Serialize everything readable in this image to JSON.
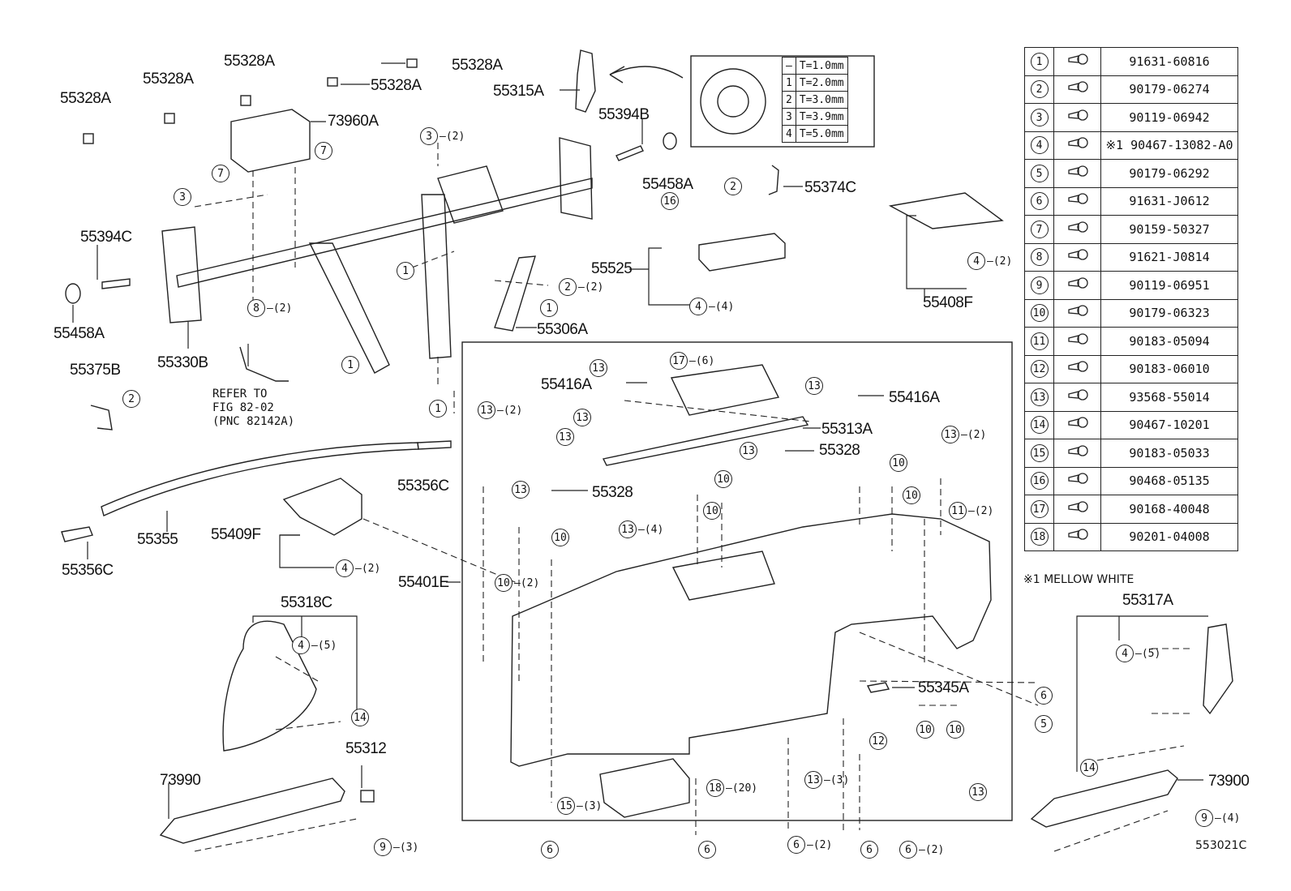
{
  "labels": {
    "p55328A_1": "55328A",
    "p55328A_2": "55328A",
    "p55328A_3": "55328A",
    "p55328A_4": "55328A",
    "p55328A_5": "55328A",
    "p55315A": "55315A",
    "p73960A": "73960A",
    "p55394B": "55394B",
    "p55458A_top": "55458A",
    "p55374C": "55374C",
    "p55394C": "55394C",
    "p55458A_left": "55458A",
    "p55330B": "55330B",
    "p55306A": "55306A",
    "p55525": "55525",
    "p55408F": "55408F",
    "p55375B": "55375B",
    "p55416A_1": "55416A",
    "p55416A_2": "55416A",
    "p55313A": "55313A",
    "p55328_1": "55328",
    "p55328_2": "55328",
    "p55356C_1": "55356C",
    "p55356C_2": "55356C",
    "p55355": "55355",
    "p55409F": "55409F",
    "p55401E": "55401E",
    "p55318C": "55318C",
    "p55317A": "55317A",
    "p55345A": "55345A",
    "p55312": "55312",
    "p73990": "73990",
    "p73900": "73900"
  },
  "refer_note": "REFER TO\nFIG 82-02\n(PNC 82142A)",
  "figure_code": "553021C",
  "thickness_table": [
    {
      "key": "—",
      "value": "T=1.0mm"
    },
    {
      "key": "1",
      "value": "T=2.0mm"
    },
    {
      "key": "2",
      "value": "T=3.0mm"
    },
    {
      "key": "3",
      "value": "T=3.9mm"
    },
    {
      "key": "4",
      "value": "T=5.0mm"
    }
  ],
  "parts_table": [
    {
      "n": "1",
      "part": "91631-60816"
    },
    {
      "n": "2",
      "part": "90179-06274"
    },
    {
      "n": "3",
      "part": "90119-06942"
    },
    {
      "n": "4",
      "part": "※1 90467-13082-A0"
    },
    {
      "n": "5",
      "part": "90179-06292"
    },
    {
      "n": "6",
      "part": "91631-J0612"
    },
    {
      "n": "7",
      "part": "90159-50327"
    },
    {
      "n": "8",
      "part": "91621-J0814"
    },
    {
      "n": "9",
      "part": "90119-06951"
    },
    {
      "n": "10",
      "part": "90179-06323"
    },
    {
      "n": "11",
      "part": "90183-05094"
    },
    {
      "n": "12",
      "part": "90183-06010"
    },
    {
      "n": "13",
      "part": "93568-55014"
    },
    {
      "n": "14",
      "part": "90467-10201"
    },
    {
      "n": "15",
      "part": "90183-05033"
    },
    {
      "n": "16",
      "part": "90468-05135"
    },
    {
      "n": "17",
      "part": "90168-40048"
    },
    {
      "n": "18",
      "part": "90201-04008"
    }
  ],
  "table_note": "※1 MELLOW WHITE",
  "callouts": [
    {
      "n": "3",
      "q": "(2)"
    },
    {
      "n": "7",
      "q": ""
    },
    {
      "n": "7",
      "q": ""
    },
    {
      "n": "3",
      "q": ""
    },
    {
      "n": "8",
      "q": "(2)"
    },
    {
      "n": "1",
      "q": ""
    },
    {
      "n": "1",
      "q": ""
    },
    {
      "n": "1",
      "q": ""
    },
    {
      "n": "1",
      "q": ""
    },
    {
      "n": "2",
      "q": "(2)"
    },
    {
      "n": "2",
      "q": ""
    },
    {
      "n": "2",
      "q": ""
    },
    {
      "n": "16",
      "q": ""
    },
    {
      "n": "4",
      "q": "(4)"
    },
    {
      "n": "4",
      "q": "(2)"
    },
    {
      "n": "13",
      "q": ""
    },
    {
      "n": "17",
      "q": "(6)"
    },
    {
      "n": "13",
      "q": ""
    },
    {
      "n": "13",
      "q": "(2)"
    },
    {
      "n": "13",
      "q": ""
    },
    {
      "n": "13",
      "q": ""
    },
    {
      "n": "13",
      "q": ""
    },
    {
      "n": "13",
      "q": "(2)"
    },
    {
      "n": "13",
      "q": ""
    },
    {
      "n": "10",
      "q": ""
    },
    {
      "n": "10",
      "q": ""
    },
    {
      "n": "10",
      "q": ""
    },
    {
      "n": "10",
      "q": ""
    },
    {
      "n": "10",
      "q": ""
    },
    {
      "n": "11",
      "q": "(2)"
    },
    {
      "n": "13",
      "q": "(4)"
    },
    {
      "n": "10",
      "q": "(2)"
    },
    {
      "n": "4",
      "q": "(2)"
    },
    {
      "n": "4",
      "q": "(5)"
    },
    {
      "n": "14",
      "q": ""
    },
    {
      "n": "4",
      "q": "(5)"
    },
    {
      "n": "14",
      "q": ""
    },
    {
      "n": "6",
      "q": ""
    },
    {
      "n": "5",
      "q": ""
    },
    {
      "n": "10",
      "q": ""
    },
    {
      "n": "10",
      "q": ""
    },
    {
      "n": "12",
      "q": ""
    },
    {
      "n": "13",
      "q": "(3)"
    },
    {
      "n": "13",
      "q": ""
    },
    {
      "n": "18",
      "q": "(20)"
    },
    {
      "n": "15",
      "q": "(3)"
    },
    {
      "n": "6",
      "q": ""
    },
    {
      "n": "6",
      "q": ""
    },
    {
      "n": "6",
      "q": "(2)"
    },
    {
      "n": "6",
      "q": ""
    },
    {
      "n": "6",
      "q": "(2)"
    },
    {
      "n": "9",
      "q": "(3)"
    },
    {
      "n": "9",
      "q": "(4)"
    }
  ]
}
